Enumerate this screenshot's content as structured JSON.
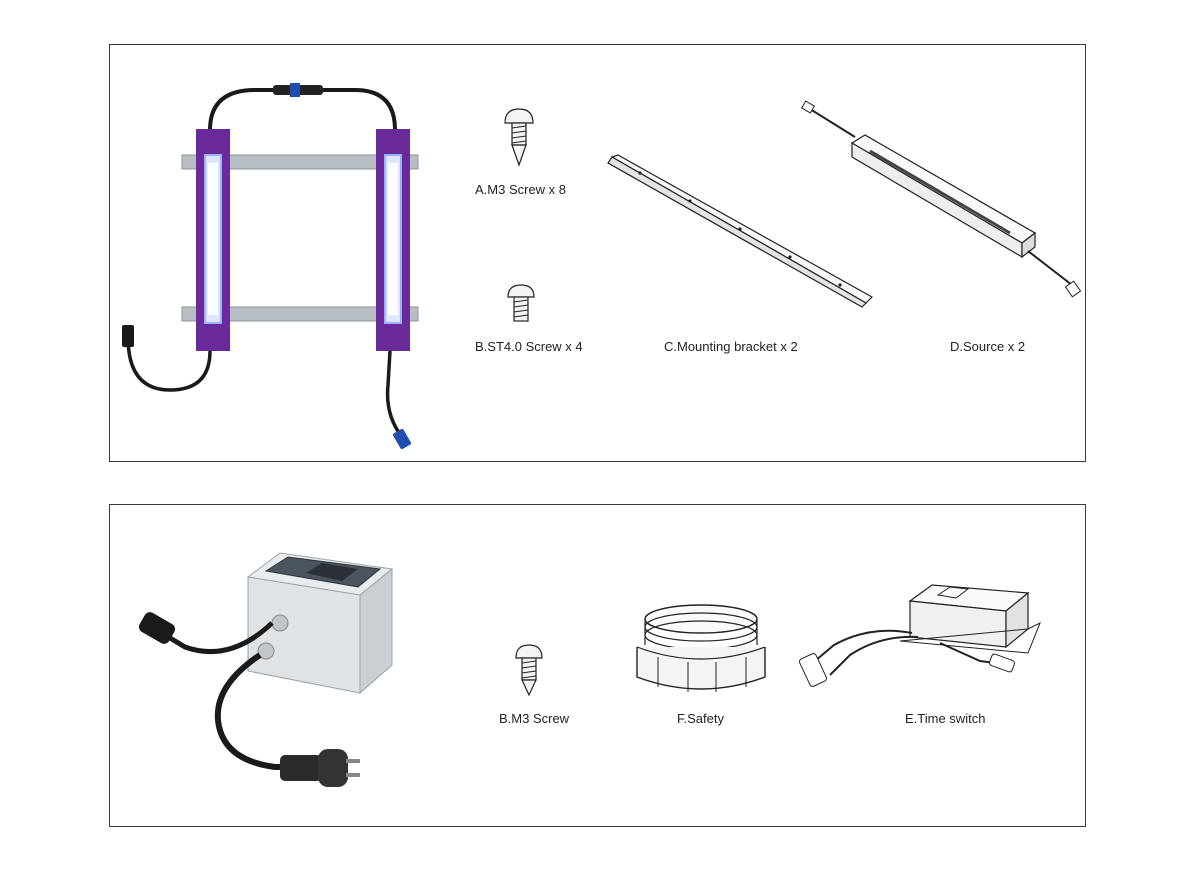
{
  "panel_top": {
    "captions": {
      "a": "A.M3 Screw x 8",
      "b": "B.ST4.0 Screw x 4",
      "c": "C.Mounting bracket x 2",
      "d": "D.Source x 2"
    }
  },
  "panel_bottom": {
    "captions": {
      "b": "B.M3 Screw",
      "f": "F.Safety",
      "e": "E.Time switch"
    }
  },
  "colors": {
    "lamp_purple": "#6a2a9a",
    "lamp_glow": "#c9d6ff",
    "rail_gray": "#b8bfc4",
    "cable_black": "#1a1a1a",
    "connector_blue": "#1e4fb0"
  }
}
